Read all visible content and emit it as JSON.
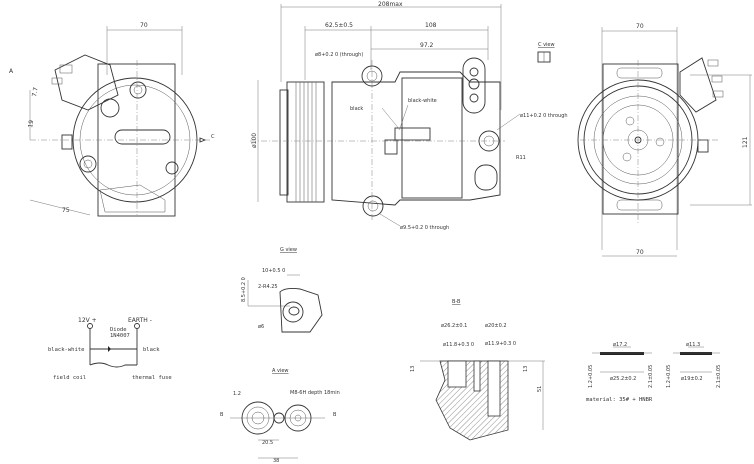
{
  "left_view": {
    "dim_width": "70",
    "dim_a": "7.7",
    "dim_b": "19",
    "dim_c": "75",
    "arrow_a": "A",
    "arrow_c": "C"
  },
  "side_view": {
    "dim_overall": "208max",
    "dim_left": "62.5±0.5",
    "dim_right": "108",
    "dim_inner": "97.2",
    "hole_top": "ø8+0.2 0 (through)",
    "hole_right": "ø11+0.2 0 through",
    "hole_bottom": "ø9.5+0.2 0 through",
    "pulley_dia": "ø100",
    "radius": "R11",
    "wire_black": "black",
    "wire_black_white": "black-white",
    "c_view": "C view"
  },
  "front_view": {
    "dim_top": "70",
    "dim_bottom": "70",
    "dim_height": "121"
  },
  "g_view": {
    "title": "G view",
    "dim_a": "10+0.5 0",
    "dim_b": "2-R4.25",
    "dim_c": "8.5+0.2 0",
    "dim_d": "ø6"
  },
  "circuit": {
    "v12": "12V +",
    "earth": "EARTH -",
    "diode": "Diode",
    "diode_part": "1N4007",
    "black_white": "black-white",
    "black": "black",
    "field_coil": "field coil",
    "thermal_fuse": "thermal fuse"
  },
  "a_view": {
    "title": "A view",
    "dim_a": "1.2",
    "thread": "M8-6H depth 18min",
    "b_left": "B",
    "b_right": "B",
    "dim_b": "20.5",
    "dim_c": "38"
  },
  "bb_section": {
    "title": "B-B",
    "dia_a": "ø26.2±0.1",
    "dia_b": "ø20±0.2",
    "dia_c": "ø11.8+0.3 0",
    "dia_d": "ø11.9+0.3 0",
    "dim_l": "13",
    "dim_r": "13",
    "dim_h": "51"
  },
  "gaskets": {
    "g1_inner": "ø17.2",
    "g1_outer": "ø25.2±0.2",
    "g1_t": "1.2+0.05",
    "g1_t2": "2.1±0.05",
    "g2_inner": "ø11.3",
    "g2_outer": "ø19±0.2",
    "g2_t": "1.2+0.05",
    "g2_t2": "2.1±0.05",
    "material": "material: 35# + HNBR"
  }
}
